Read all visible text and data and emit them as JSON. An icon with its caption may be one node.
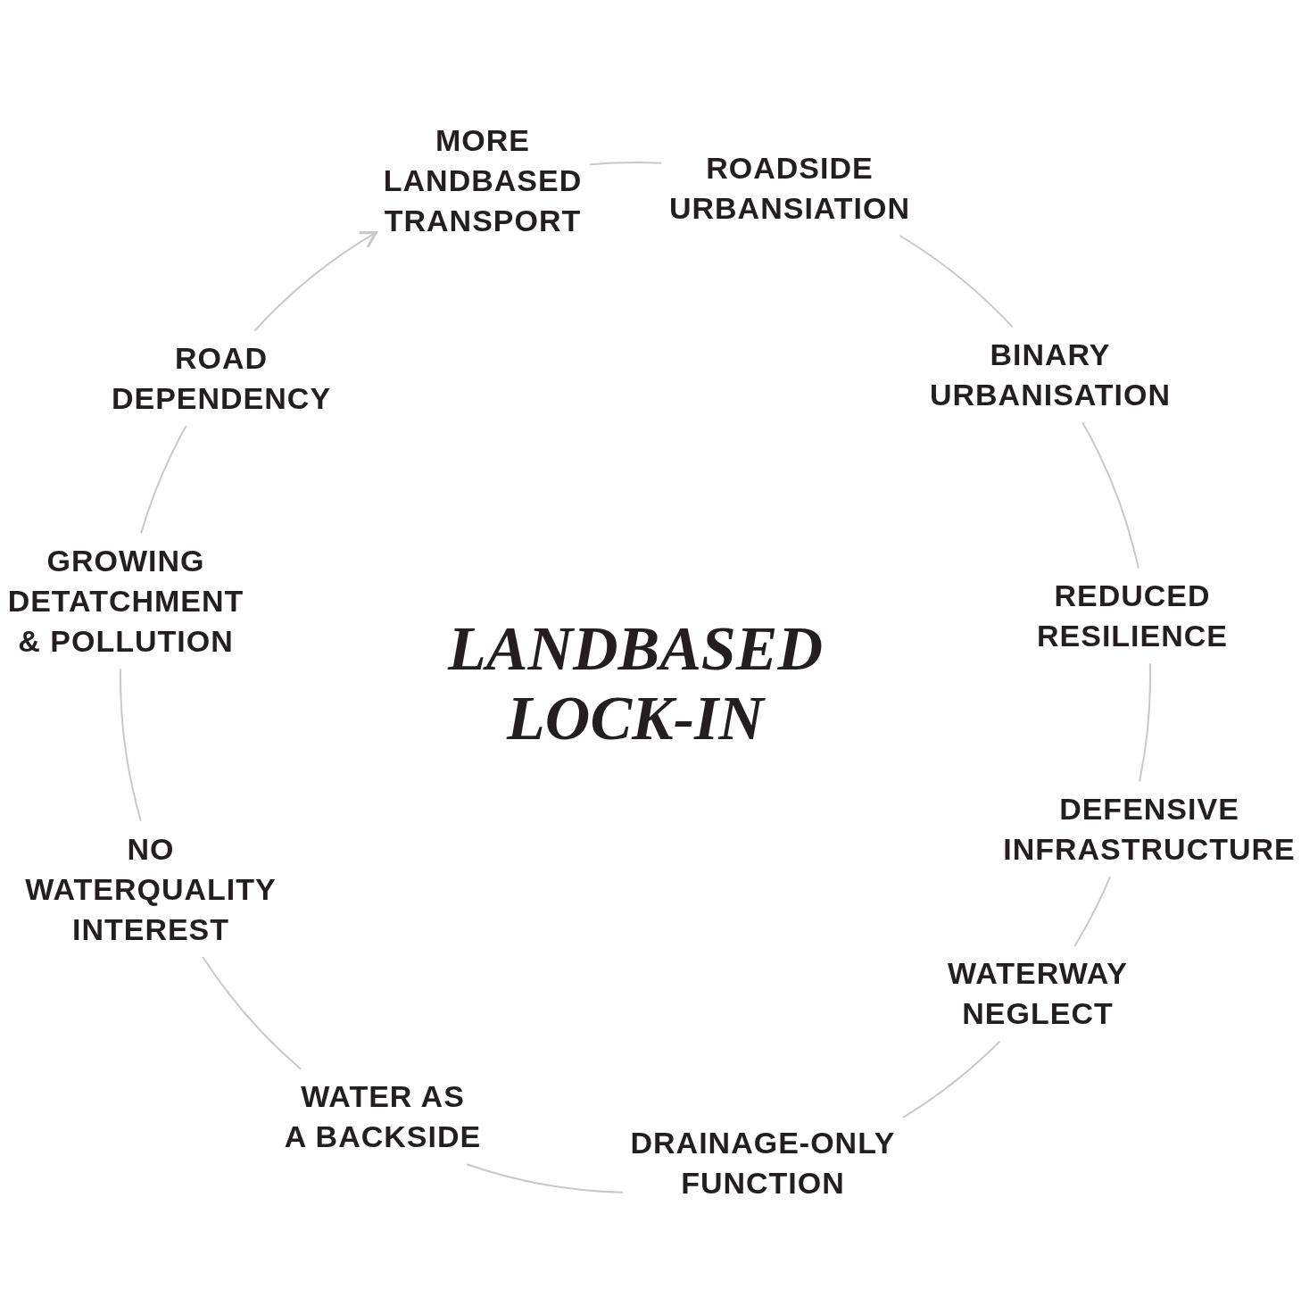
{
  "diagram": {
    "title": "LANDBASED LOCK-IN",
    "nodes": [
      {
        "text": [
          "MORE LANDBASED TRANSPORT"
        ]
      },
      {
        "text": [
          "ROADSIDE URBANSIATION"
        ]
      },
      {
        "text": [
          "BINARY URBANISATION"
        ]
      },
      {
        "text": [
          "REDUCED RESILIENCE"
        ]
      },
      {
        "text": [
          "DEFENSIVE INFRASTRUCTURE"
        ]
      },
      {
        "text": [
          "WATERWAY NEGLECT"
        ]
      },
      {
        "text": [
          "DRAINAGE-ONLY FUNCTION"
        ]
      },
      {
        "text": [
          "WATER AS A BACKSIDE"
        ]
      },
      {
        "text": [
          "NO WATERQUALITY INTEREST"
        ]
      },
      {
        "text": [
          "GROWING DETATCHMENT & POLLUTION"
        ]
      },
      {
        "text": [
          "ROAD DEPENDENCY"
        ]
      }
    ],
    "edges": [
      {
        "from": 0,
        "to": 1,
        "arrow": "none"
      },
      {
        "from": 1,
        "to": 2,
        "arrow": "none"
      },
      {
        "from": 2,
        "to": 3,
        "arrow": "none"
      },
      {
        "from": 3,
        "to": 4,
        "arrow": "none"
      },
      {
        "from": 4,
        "to": 5,
        "arrow": "none"
      },
      {
        "from": 5,
        "to": 6,
        "arrow": "none"
      },
      {
        "from": 6,
        "to": 7,
        "arrow": "none"
      },
      {
        "from": 7,
        "to": 8,
        "arrow": "none"
      },
      {
        "from": 8,
        "to": 9,
        "arrow": "none"
      },
      {
        "from": 9,
        "to": 10,
        "arrow": "none"
      },
      {
        "from": 10,
        "to": 0,
        "arrow": "to"
      }
    ]
  }
}
